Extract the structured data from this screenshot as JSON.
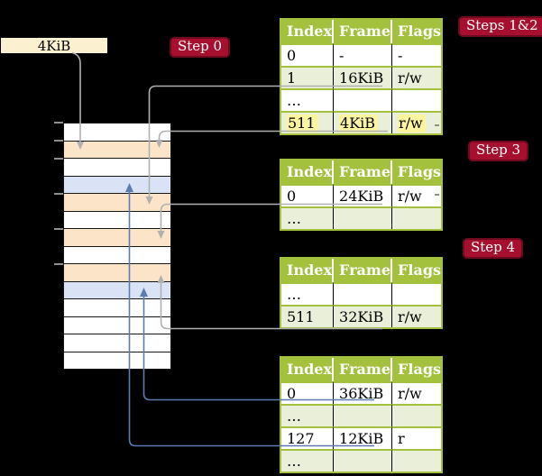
{
  "pointer_box": {
    "label": "4KiB"
  },
  "step_labels": {
    "step0": "Step 0",
    "steps12": "Steps 1&2",
    "step3": "Step 3",
    "step4": "Step 4"
  },
  "tables": [
    {
      "name": "page-table-steps-1-2",
      "headers": [
        "Index",
        "Frame",
        "Flags"
      ],
      "rows": [
        {
          "cells": [
            "0",
            "-",
            "-"
          ],
          "shaded": false,
          "highlight": false
        },
        {
          "cells": [
            "1",
            "16KiB",
            "r/w"
          ],
          "shaded": true,
          "highlight": false
        },
        {
          "cells": [
            "…",
            "",
            ""
          ],
          "shaded": false,
          "highlight": false
        },
        {
          "cells": [
            "511",
            "4KiB",
            "r/w"
          ],
          "shaded": true,
          "highlight": true
        }
      ]
    },
    {
      "name": "page-table-step-3",
      "headers": [
        "Index",
        "Frame",
        "Flags"
      ],
      "rows": [
        {
          "cells": [
            "0",
            "24KiB",
            "r/w"
          ],
          "shaded": false,
          "highlight": false
        },
        {
          "cells": [
            "…",
            "",
            ""
          ],
          "shaded": true,
          "highlight": false
        }
      ]
    },
    {
      "name": "page-table-step-4",
      "headers": [
        "Index",
        "Frame",
        "Flags"
      ],
      "rows": [
        {
          "cells": [
            "…",
            "",
            ""
          ],
          "shaded": false,
          "highlight": false
        },
        {
          "cells": [
            "511",
            "32KiB",
            "r/w"
          ],
          "shaded": true,
          "highlight": false
        }
      ]
    },
    {
      "name": "page-table-final",
      "headers": [
        "Index",
        "Frame",
        "Flags"
      ],
      "rows": [
        {
          "cells": [
            "0",
            "36KiB",
            "r/w"
          ],
          "shaded": false,
          "highlight": false
        },
        {
          "cells": [
            "…",
            "",
            ""
          ],
          "shaded": true,
          "highlight": false
        },
        {
          "cells": [
            "127",
            "12KiB",
            "r"
          ],
          "shaded": false,
          "highlight": false
        },
        {
          "cells": [
            "…",
            "",
            ""
          ],
          "shaded": true,
          "highlight": false
        }
      ]
    }
  ],
  "memory": {
    "rows": [
      "free",
      "pagetable",
      "free",
      "datapage",
      "pagetable",
      "free",
      "pagetable",
      "free",
      "pagetable",
      "datapage",
      "free",
      "free",
      "free",
      "free"
    ]
  },
  "connections": [
    {
      "from": "pointer-box-4kib",
      "to": "memory-frame-4kib",
      "color": "gray"
    },
    {
      "from": "table1-row-1-16kib",
      "to": "memory-frame-16kib",
      "color": "gray"
    },
    {
      "from": "table1-row-511-4kib",
      "to": "memory-frame-4kib",
      "color": "gray"
    },
    {
      "from": "table2-row-0-24kib",
      "to": "memory-frame-24kib",
      "color": "gray"
    },
    {
      "from": "table3-row-511-32kib",
      "to": "memory-frame-32kib",
      "color": "gray"
    },
    {
      "from": "table4-row-0-36kib",
      "to": "memory-frame-36kib",
      "color": "blue"
    },
    {
      "from": "table4-row-127-12kib",
      "to": "memory-frame-12kib",
      "color": "blue"
    }
  ],
  "colors": {
    "label_bg": "#A60F2D",
    "table_header_bg": "#A4C13D",
    "table_row_shaded": "#EAEFD9",
    "highlight": "#FBF5A0",
    "memory_pagetable": "#FCE4C9",
    "memory_datapage": "#D9E3F5",
    "pointer_box_bg": "#FBF1D0",
    "gray_arrow": "#B0B0B0",
    "blue_arrow": "#5C7CB0"
  }
}
